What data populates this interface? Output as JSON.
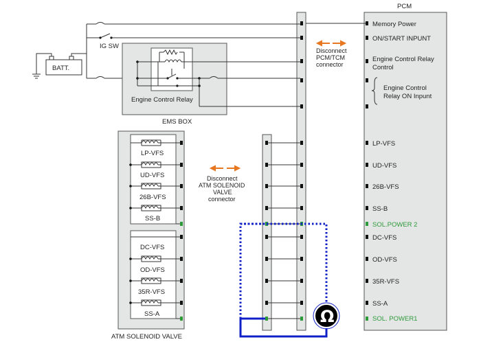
{
  "pcm": {
    "title": "PCM",
    "labels": {
      "memory_power": "Memory Power",
      "on_start": "ON/START INPUNT",
      "ecr_line1": "Engine Control Relay",
      "ecr_line2": "Control",
      "ecr_on_line1": "Engine Control",
      "ecr_on_line2": "Relay ON Inpunt",
      "lp_vfs": "LP-VFS",
      "ud_vfs": "UD-VFS",
      "vfs_26b": "26B-VFS",
      "ss_b": "SS-B",
      "sol_power2": "SOL.POWER 2",
      "dc_vfs": "DC-VFS",
      "od_vfs": "OD-VFS",
      "vfs_35r": "35R-VFS",
      "ss_a": "SS-A",
      "sol_power1": "SOL. POWER1"
    }
  },
  "battery": {
    "label": "BATT."
  },
  "ig_switch": {
    "label": "IG SW"
  },
  "ems_box": {
    "title": "EMS BOX",
    "relay_label": "Engine Control Relay"
  },
  "pcm_connector": {
    "line1": "Disconnect",
    "line2": "PCM/TCM",
    "line3": "connector"
  },
  "atm_connector": {
    "line1": "Disconnect",
    "line2": "ATM SOLENOID",
    "line3": "VALVE",
    "line4": "connector"
  },
  "atm_valve": {
    "title": "ATM SOLENOID VALVE",
    "solenoids": [
      "LP-VFS",
      "UD-VFS",
      "26B-VFS",
      "SS-B",
      "DC-VFS",
      "OD-VFS",
      "35R-VFS",
      "SS-A"
    ]
  },
  "meter": {
    "symbol": "Ω"
  },
  "colors": {
    "meter_wire": "#1020c8",
    "arrow": "#e87722",
    "power_pin": "#2e9a3a",
    "box_fill": "#e4e6e6"
  }
}
